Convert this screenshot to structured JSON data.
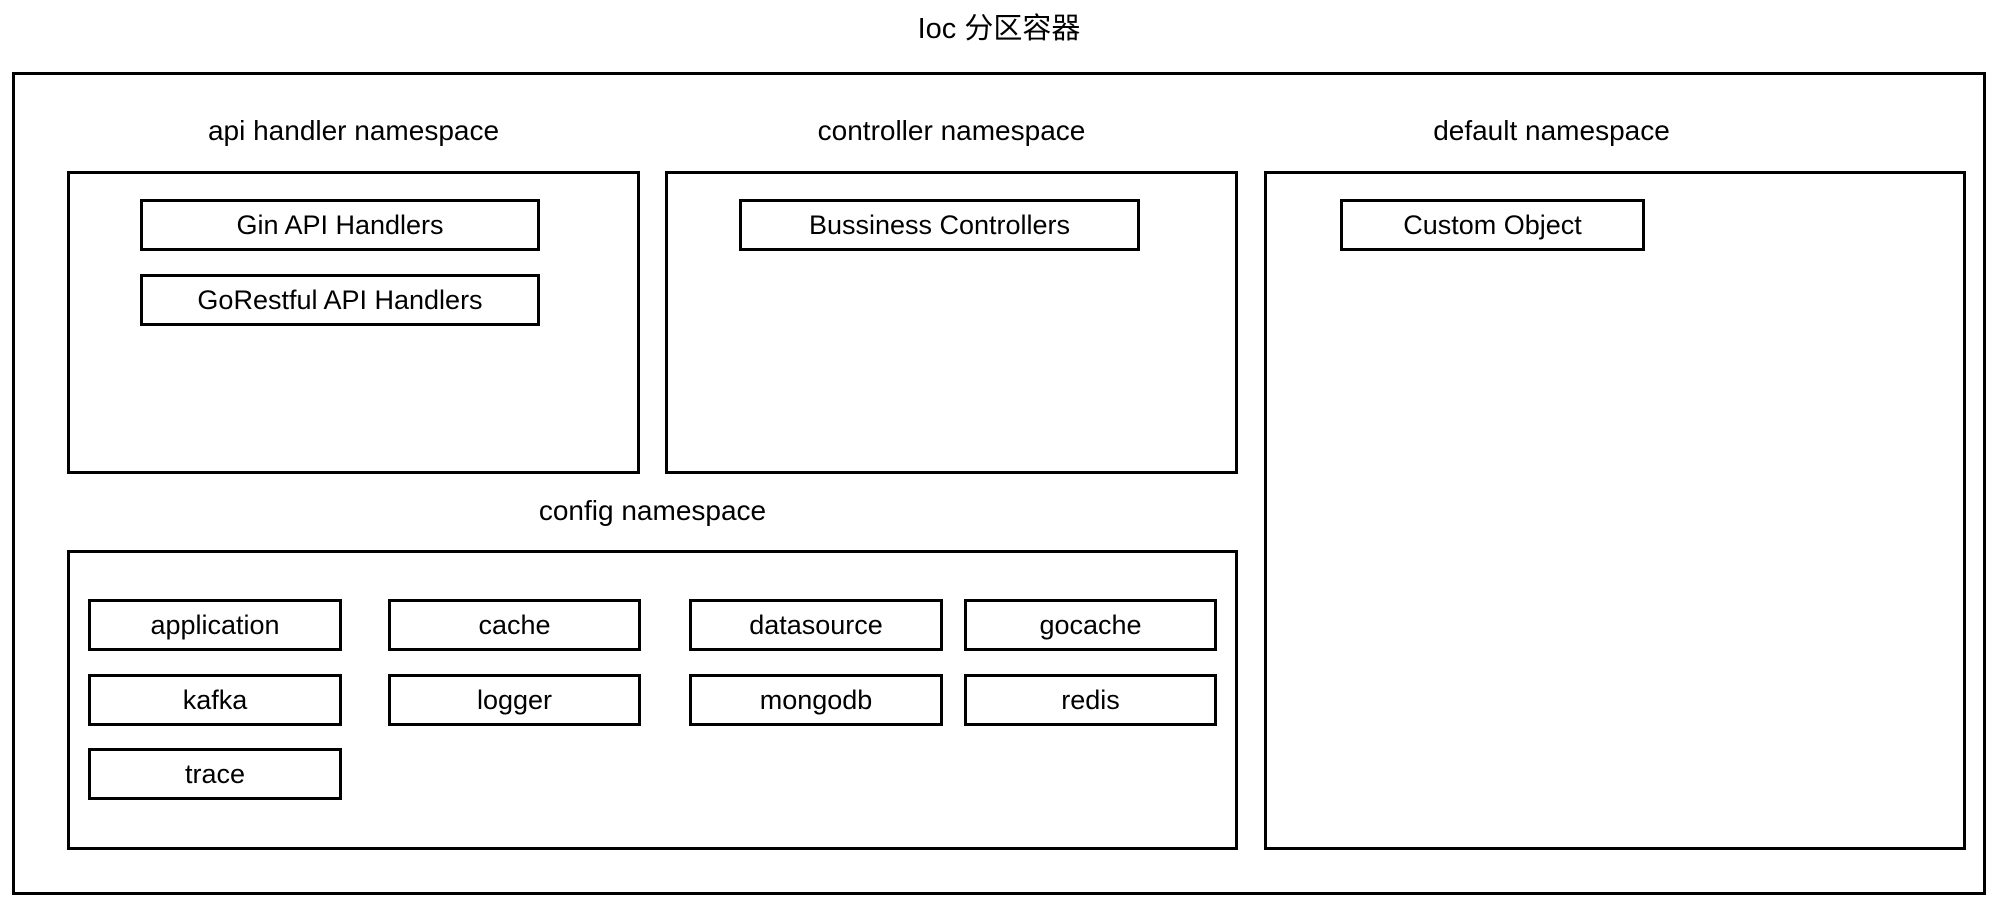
{
  "diagram": {
    "title": "Ioc 分区容器",
    "colors": {
      "border": "#000000",
      "background": "#ffffff",
      "text": "#000000"
    },
    "namespaces": {
      "api_handler": {
        "label": "api handler namespace",
        "items": [
          "Gin API Handlers",
          "GoRestful API Handlers"
        ]
      },
      "controller": {
        "label": "controller namespace",
        "items": [
          "Bussiness Controllers"
        ]
      },
      "default": {
        "label": "default namespace",
        "items": [
          "Custom Object"
        ]
      },
      "config": {
        "label": "config namespace",
        "items": [
          "application",
          "cache",
          "datasource",
          "gocache",
          "kafka",
          "logger",
          "mongodb",
          "redis",
          "trace"
        ]
      }
    }
  }
}
